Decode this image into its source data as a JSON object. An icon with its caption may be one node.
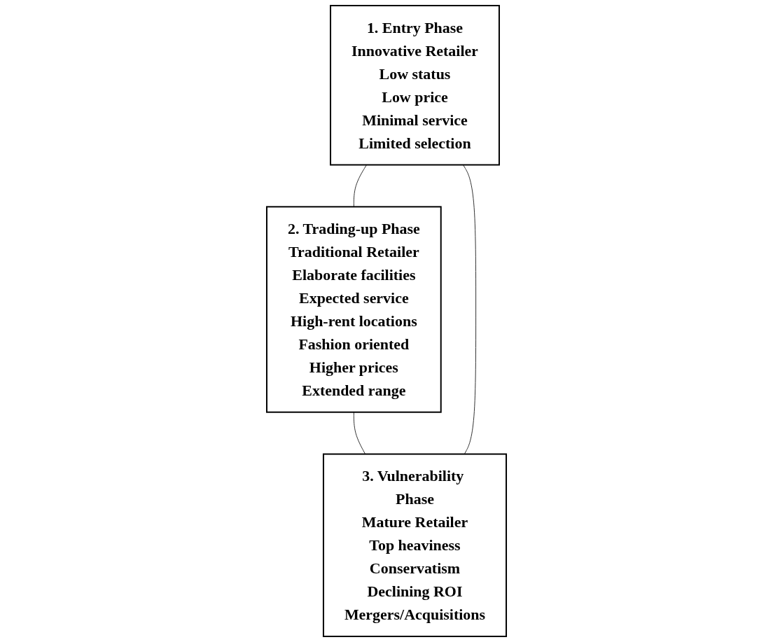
{
  "diagram": {
    "nodes": [
      {
        "text": [
          "1. Entry Phase",
          "Innovative Retailer",
          "Low status",
          "Low price",
          "Minimal service",
          "Limited selection"
        ]
      },
      {
        "text": [
          "2. Trading-up Phase",
          "Traditional Retailer",
          "Elaborate facilities",
          "Expected service",
          "High-rent locations",
          "Fashion oriented",
          "Higher prices",
          "Extended range"
        ]
      },
      {
        "text": [
          "3. Vulnerability Phase",
          "Mature Retailer",
          "Top heaviness",
          "Conservatism",
          "Declining ROI",
          "Mergers/Acquisitions"
        ]
      }
    ],
    "edges": [
      {
        "from": 0,
        "to": 1,
        "arrow": "none"
      },
      {
        "from": 1,
        "to": 2,
        "arrow": "none"
      },
      {
        "from": 2,
        "to": 0,
        "arrow": "none"
      }
    ]
  }
}
